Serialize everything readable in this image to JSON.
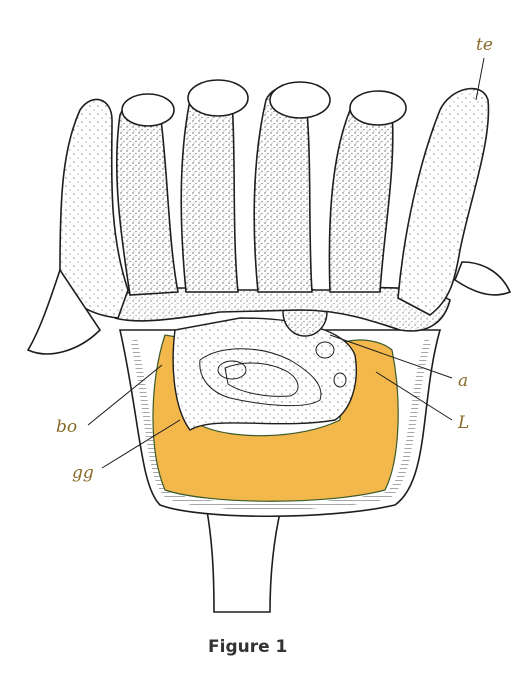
{
  "figure": {
    "caption": "Figure 1",
    "labels": {
      "te": "te",
      "a": "a",
      "L": "L",
      "bo": "bo",
      "gg": "gg"
    }
  },
  "colors": {
    "highlight": "#f3b84c",
    "ink": "#1e1e1e",
    "label": "#8a6a2a",
    "caption": "#333333"
  }
}
